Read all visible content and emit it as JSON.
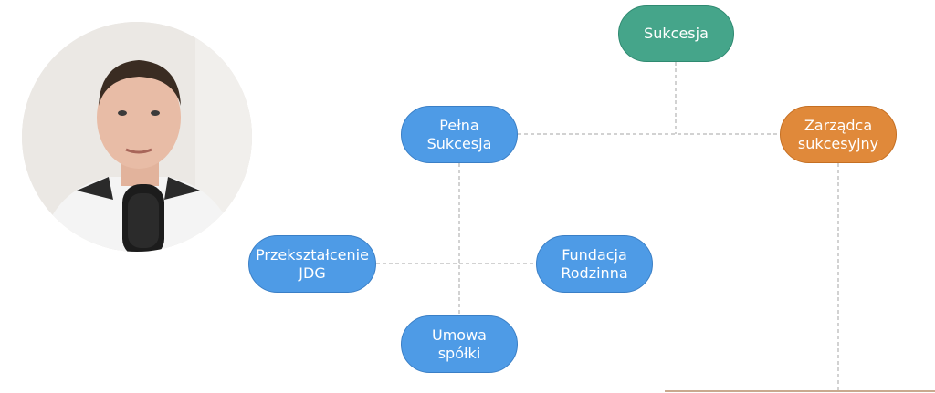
{
  "diagram": {
    "nodes": {
      "sukcesja": {
        "label": "Sukcesja",
        "color": "#45a58a"
      },
      "pelna": {
        "label": "Pełna\nSukcesja",
        "color": "#4e9be6"
      },
      "zarzadca": {
        "label": "Zarządca\nsukcesyjny",
        "color": "#e0893a"
      },
      "przeksztalcenie": {
        "label": "Przekształcenie\nJDG",
        "color": "#4e9be6"
      },
      "fundacja": {
        "label": "Fundacja\nRodzinna",
        "color": "#4e9be6"
      },
      "umowa": {
        "label": "Umowa spółki",
        "color": "#4e9be6"
      }
    },
    "edges": [
      [
        "sukcesja",
        "pelna"
      ],
      [
        "sukcesja",
        "zarzadca"
      ],
      [
        "pelna",
        "przeksztalcenie"
      ],
      [
        "pelna",
        "fundacja"
      ],
      [
        "pelna",
        "umowa"
      ]
    ]
  },
  "presenter": {
    "icon": "presenter-video-avatar"
  }
}
